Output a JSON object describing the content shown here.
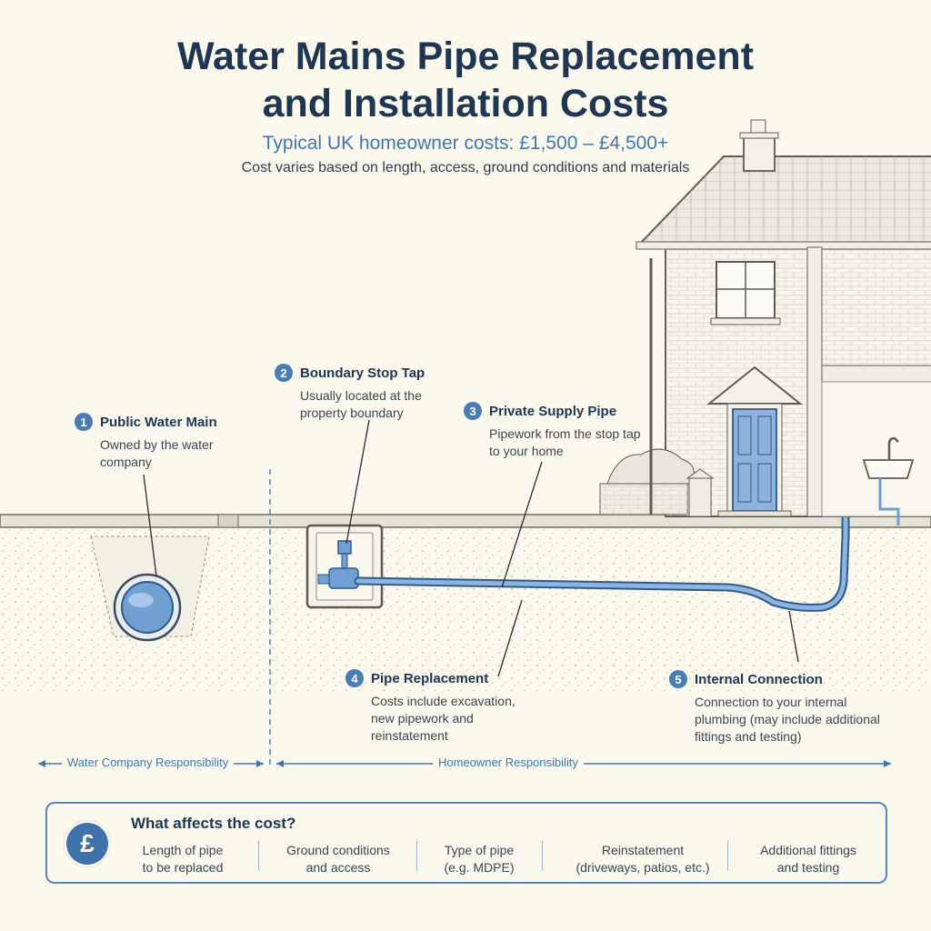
{
  "header": {
    "title_line1": "Water Mains Pipe Replacement",
    "title_line2": "and Installation Costs",
    "subtitle": "Typical UK homeowner costs: £1,500 – £4,500+",
    "tagline": "Cost varies based on length, access, ground conditions and materials"
  },
  "callouts": [
    {
      "num": "1",
      "title": "Public Water Main",
      "desc": [
        "Owned by the water",
        "company"
      ]
    },
    {
      "num": "2",
      "title": "Boundary Stop Tap",
      "desc": [
        "Usually located at the",
        "property boundary"
      ]
    },
    {
      "num": "3",
      "title": "Private Supply Pipe",
      "desc": [
        "Pipework from the stop tap",
        "to your home"
      ]
    },
    {
      "num": "4",
      "title": "Pipe Replacement",
      "desc": [
        "Costs include excavation,",
        "new pipework and",
        "reinstatement"
      ]
    },
    {
      "num": "5",
      "title": "Internal Connection",
      "desc": [
        "Connection to your internal",
        "plumbing (may include additional",
        "fittings and testing)"
      ]
    }
  ],
  "responsibility": {
    "water_company": "Water Company Responsibility",
    "homeowner": "Homeowner Responsibility"
  },
  "cost_factors": {
    "heading": "What affects the cost?",
    "icon": "pound-coin-icon",
    "icon_symbol": "£",
    "items": [
      {
        "line1": "Length of pipe",
        "line2": "to be replaced"
      },
      {
        "line1": "Ground conditions",
        "line2": "and access"
      },
      {
        "line1": "Type of pipe",
        "line2": "(e.g. MDPE)"
      },
      {
        "line1": "Reinstatement",
        "line2": "(driveways, patios, etc.)"
      },
      {
        "line1": "Additional fittings",
        "line2": "and testing"
      }
    ]
  },
  "colors": {
    "pipe": "#6f9fd3",
    "accent": "#4a7db5",
    "ink": "#1f3653",
    "paper": "#fbf8ee",
    "door": "#8fb2dc"
  }
}
